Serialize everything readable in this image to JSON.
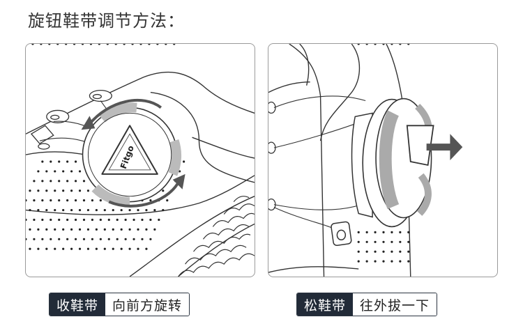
{
  "title": "旋钮鞋带调节方法：",
  "left_panel": {
    "logo_text": "Fitgo",
    "label_tag": "收鞋带",
    "label_desc": "向前方旋转"
  },
  "right_panel": {
    "label_tag": "松鞋带",
    "label_desc": "往外拔一下"
  },
  "colors": {
    "tag_bg": "#222b38",
    "line": "#333333",
    "arrow": "#555555"
  }
}
